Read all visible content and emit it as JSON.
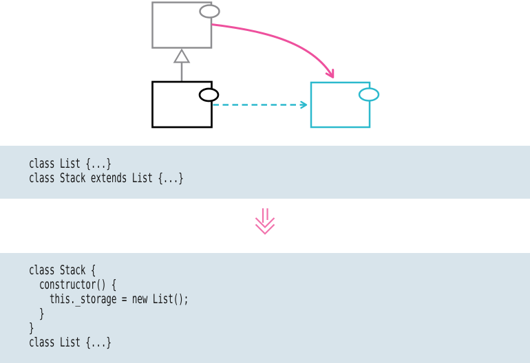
{
  "colors": {
    "pink": "#ee509d",
    "pink_light": "#f173ac",
    "cyan": "#2cb9cd",
    "gray": "#8d8d90",
    "black": "#000000",
    "code_background": "#d8e4eb",
    "code_text": "#141414"
  },
  "diagram": {
    "description": "class diagram: subclass inherits from superclass, transformed to delegation",
    "icons": {
      "inheritance_triangle": "hollow-triangle-up-icon",
      "port_ellipse": "interface-port-ellipse-icon",
      "reference_arrow": "curved-arrow-icon",
      "delegation_arrow": "dashed-arrow-right-icon",
      "transform_arrow": "double-down-arrow-icon"
    }
  },
  "code_blocks": {
    "inheritance": {
      "lines": [
        "class List {...}",
        "class Stack extends List {...}"
      ]
    },
    "composition": {
      "lines": [
        "class Stack {",
        "  constructor() {",
        "    this._storage = new List();",
        "  }",
        "}",
        "class List {...}"
      ]
    }
  }
}
